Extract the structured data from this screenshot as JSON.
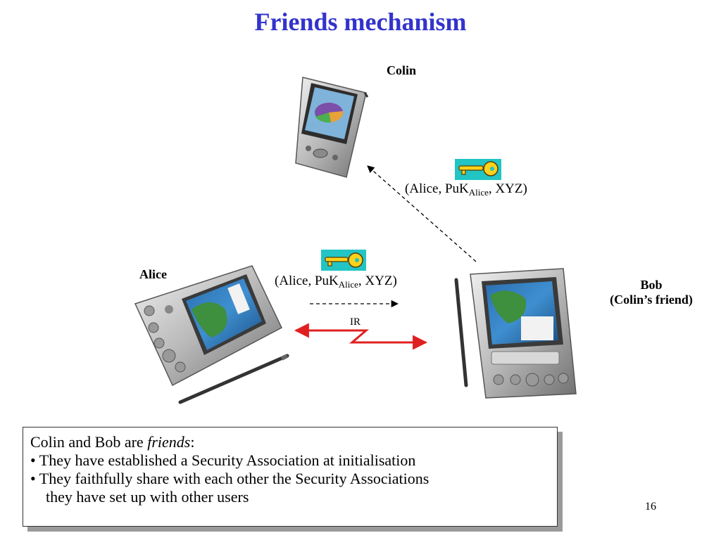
{
  "title": "Friends mechanism",
  "labels": {
    "colin": "Colin",
    "alice": "Alice",
    "bob_name": "Bob",
    "bob_role": "(Colin’s friend)",
    "ir": "IR"
  },
  "messages": {
    "to_colin": {
      "open": "(Alice, PuK",
      "sub": "Alice",
      "close": ", XYZ)"
    },
    "to_bob": {
      "open": "(Alice, PuK",
      "sub": "Alice",
      "close": ", XYZ)"
    }
  },
  "caption": {
    "line1_prefix": "Colin and Bob are ",
    "line1_emph": "friends",
    "line1_suffix": ":",
    "bullet1": "• They have established a Security Association at initialisation",
    "bullet2": "• They faithfully share with each other the Security Associations",
    "bullet2_cont": "they have set up with other users"
  },
  "page_number": "16",
  "colors": {
    "title": "#3333cc",
    "ir_link": "#e02020",
    "key_background": "#22c4c4",
    "key_body": "#ffd21a"
  },
  "icons": [
    "pda-colin-icon",
    "pda-alice-icon",
    "pda-bob-icon",
    "stylus-icon",
    "key-icon"
  ]
}
